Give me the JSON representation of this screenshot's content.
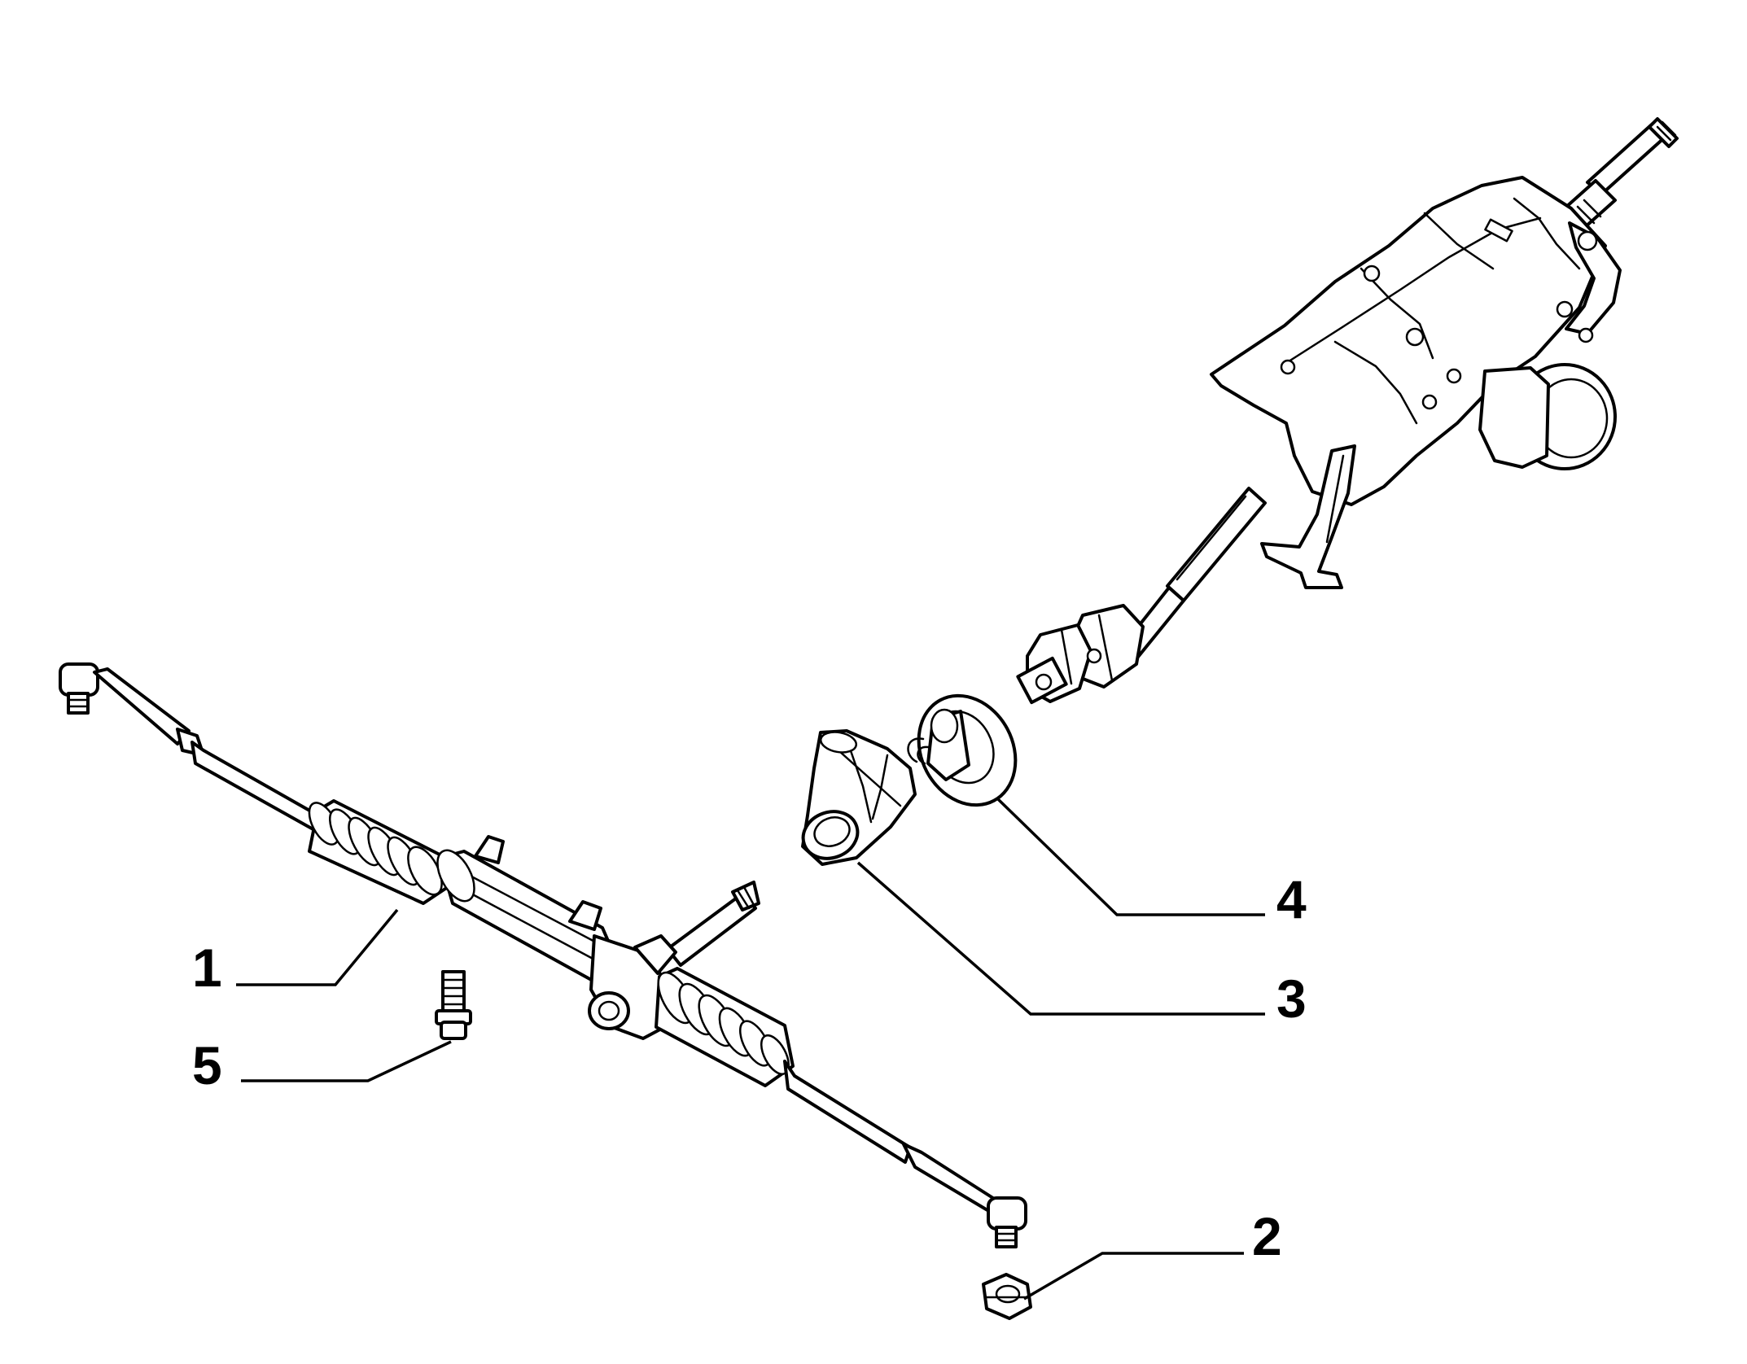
{
  "diagram": {
    "callouts": [
      {
        "id": "1",
        "label": "1"
      },
      {
        "id": "2",
        "label": "2"
      },
      {
        "id": "3",
        "label": "3"
      },
      {
        "id": "4",
        "label": "4"
      },
      {
        "id": "5",
        "label": "5"
      }
    ],
    "parts": [
      {
        "callout": "1",
        "name": "steering-rack"
      },
      {
        "callout": "2",
        "name": "nut"
      },
      {
        "callout": "3",
        "name": "boot-cover"
      },
      {
        "callout": "4",
        "name": "seal-plate"
      },
      {
        "callout": "5",
        "name": "bolt"
      }
    ]
  }
}
